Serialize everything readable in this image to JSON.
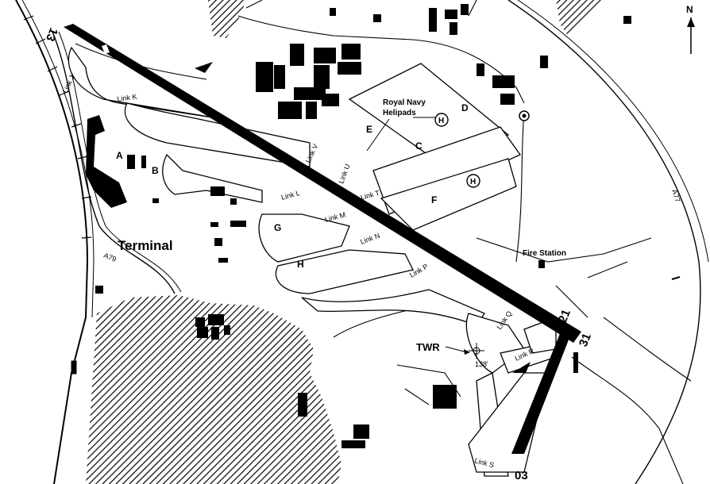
{
  "colors": {
    "ink": "#000000",
    "paper": "#ffffff"
  },
  "north_arrow": {
    "label": "N"
  },
  "roads": {
    "a77": "A77",
    "a79": "A79"
  },
  "runways": {
    "r13": "13",
    "r31": "31",
    "r21": "21",
    "r03": "03"
  },
  "aprons": {
    "a": "A",
    "b": "B",
    "c": "C",
    "d": "D",
    "e": "E",
    "f": "F",
    "g": "G",
    "h": "H"
  },
  "links": {
    "j": "Link J",
    "k": "Link K",
    "l": "Link L",
    "m": "Link M",
    "n": "Link N",
    "p": "Link P",
    "q": "Link Q",
    "r": "Link R",
    "s": "Link S",
    "t": "Link T",
    "u": "Link U",
    "v": "Link V"
  },
  "places": {
    "terminal": "Terminal",
    "fire_station": "Fire Station",
    "helipads_line1": "Royal Navy",
    "helipads_line2": "Helipads",
    "helipad_symbol": "H",
    "tower": "TWR",
    "tower_height": "138'"
  }
}
